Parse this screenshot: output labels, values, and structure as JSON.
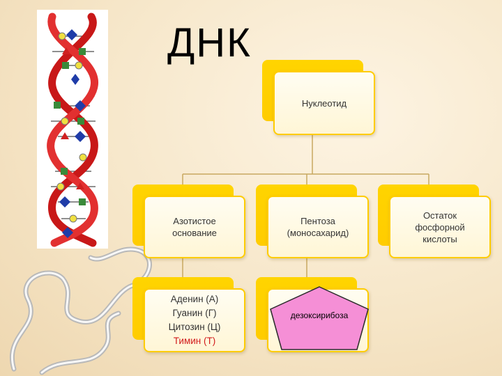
{
  "slide": {
    "title": "ДНК"
  },
  "diagram": {
    "root": {
      "label": "Нуклеотид"
    },
    "level1": [
      {
        "id": "base",
        "label": "Азотистое\nоснование"
      },
      {
        "id": "pentose",
        "label": "Пентоза\n(моносахарид)"
      },
      {
        "id": "phosphate",
        "label": "Остаток\nфосфорной\nкислоты"
      }
    ],
    "bases": [
      {
        "label": "Аденин (А)",
        "highlight": false
      },
      {
        "label": "Гуанин (Г)",
        "highlight": false
      },
      {
        "label": "Цитозин (Ц)",
        "highlight": false
      },
      {
        "label": "Тимин (Т)",
        "highlight": true
      }
    ],
    "sugar": {
      "label": "дезоксирибоза"
    }
  },
  "colors": {
    "box_accent": "#ffcc00",
    "box_fill": "#fff8dc",
    "highlight_text": "#d21a1a",
    "pentagon_fill": "#f58fd6",
    "dna_strand": "#d42020"
  }
}
